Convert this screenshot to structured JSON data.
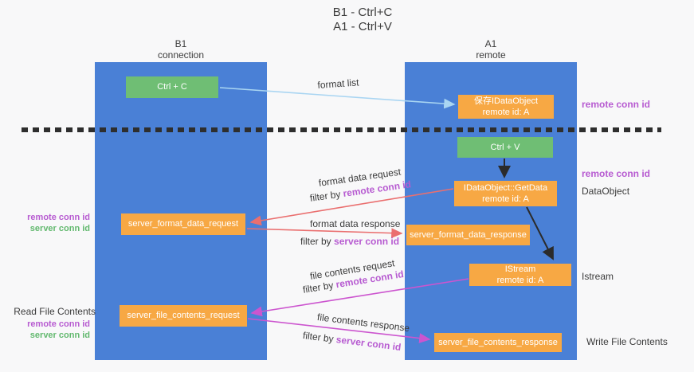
{
  "title": {
    "line1": "B1 - Ctrl+C",
    "line2": "A1 - Ctrl+V"
  },
  "columns": {
    "left": {
      "name": "B1",
      "role": "connection"
    },
    "right": {
      "name": "A1",
      "role": "remote"
    }
  },
  "nodes": {
    "ctrl_c": {
      "label": "Ctrl + C"
    },
    "save_idataobject": {
      "line1": "保存IDataObject",
      "line2": "remote id: A"
    },
    "ctrl_v": {
      "label": "Ctrl + V"
    },
    "getdata": {
      "line1": "IDataObject::GetData",
      "line2": "remote id: A"
    },
    "format_request": {
      "label": "server_format_data_request"
    },
    "format_response": {
      "label": "server_format_data_response"
    },
    "istream": {
      "line1": "IStream",
      "line2": "remote id: A"
    },
    "file_request": {
      "label": "server_file_contents_request"
    },
    "file_response": {
      "label": "server_file_contents_response"
    }
  },
  "edges": {
    "format_list": "format list",
    "format_data_request": "format data request",
    "format_data_response": "format data response",
    "file_contents_request": "file contents request",
    "file_contents_response": "file contents response",
    "filter_prefix": "filter by ",
    "remote_conn_id": "remote conn id",
    "server_conn_id": "server conn id"
  },
  "annotations": {
    "right": {
      "remote_conn_id_1": "remote conn id",
      "remote_conn_id_2": "remote conn id",
      "dataobject": "DataObject",
      "istream": "Istream",
      "write_file_contents": "Write File Contents"
    },
    "left": {
      "remote_conn_id_1": "remote conn id",
      "server_conn_id_1": "server conn id",
      "read_file_contents": "Read File Contents",
      "remote_conn_id_2": "remote conn id",
      "server_conn_id_2": "server conn id"
    }
  },
  "colors": {
    "lifeline_blue": "#4a80d6",
    "action_green": "#6fbe74",
    "message_orange": "#f7a844",
    "format_arrow_red": "#ea6f6f",
    "file_arrow_magenta": "#cc55cf",
    "format_list_arrow_blue": "#a9d5f2",
    "remote_conn_purple": "#b75bd1",
    "server_conn_green": "#63b96f",
    "divider_black": "#2e2e2e"
  }
}
